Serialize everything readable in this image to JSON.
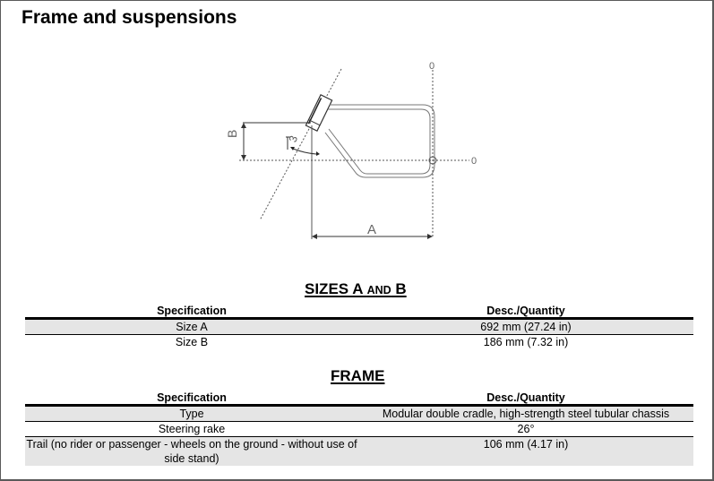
{
  "page": {
    "title": "Frame and suspensions"
  },
  "diagram": {
    "labels": {
      "a": "A",
      "b": "B",
      "angle": "3",
      "origin_top": "0",
      "origin_right": "0"
    }
  },
  "sizes": {
    "title_main_1": "SIZES A ",
    "title_small": "AND",
    "title_main_2": " B",
    "headers": [
      "Specification",
      "Desc./Quantity"
    ],
    "rows": [
      {
        "spec": "Size A",
        "value": "692 mm (27.24 in)"
      },
      {
        "spec": "Size B",
        "value": "186 mm (7.32 in)"
      }
    ]
  },
  "frame": {
    "title": "FRAME",
    "headers": [
      "Specification",
      "Desc./Quantity"
    ],
    "rows": [
      {
        "spec": "Type",
        "value": "Modular double cradle, high-strength steel tubular chassis"
      },
      {
        "spec": "Steering rake",
        "value": "26°"
      },
      {
        "spec": "Trail (no rider or passenger - wheels on the ground - without use of side stand)",
        "value": "106 mm (4.17 in)"
      }
    ]
  }
}
